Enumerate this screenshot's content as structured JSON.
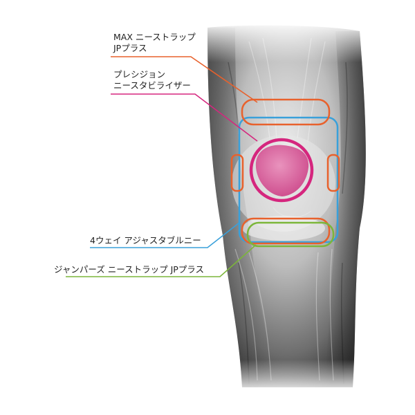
{
  "labels": {
    "max_strap": {
      "line1": "MAX ニーストラップ",
      "line2": "JPプラス"
    },
    "precision_stabilizer": {
      "line1": "プレシジョン",
      "line2": "ニースタビライザー"
    },
    "four_way_adjustable": {
      "line1": "4ウェイ アジャスタブルニー"
    },
    "jumpers_strap": {
      "line1": "ジャンパーズ ニーストラップ JPプラス"
    }
  },
  "colors": {
    "orange": "#E8612C",
    "magenta": "#D5267E",
    "blue": "#39A0DA",
    "green": "#7CB63A",
    "patella_fill": "#D9669F"
  },
  "icons": {
    "knee_illustration": "knee-anatomy-illustration"
  }
}
